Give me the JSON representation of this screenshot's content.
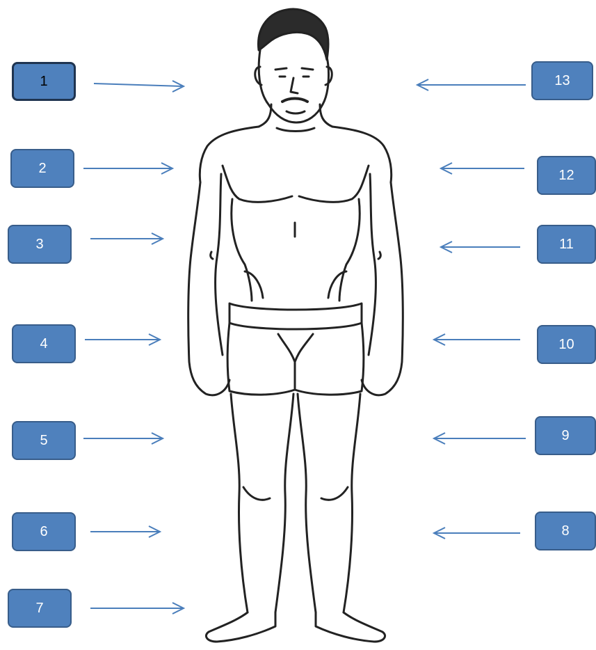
{
  "labels": {
    "left": [
      "1",
      "2",
      "3",
      "4",
      "5",
      "6",
      "7"
    ],
    "right": [
      "13",
      "12",
      "11",
      "10",
      "9",
      "8"
    ]
  },
  "colors": {
    "box_fill": "#4f81bd",
    "box_border": "#385d8a",
    "arrow": "#4a7ebb",
    "outline": "#222222"
  },
  "figure": {
    "icon": "human-body-front-outline"
  }
}
